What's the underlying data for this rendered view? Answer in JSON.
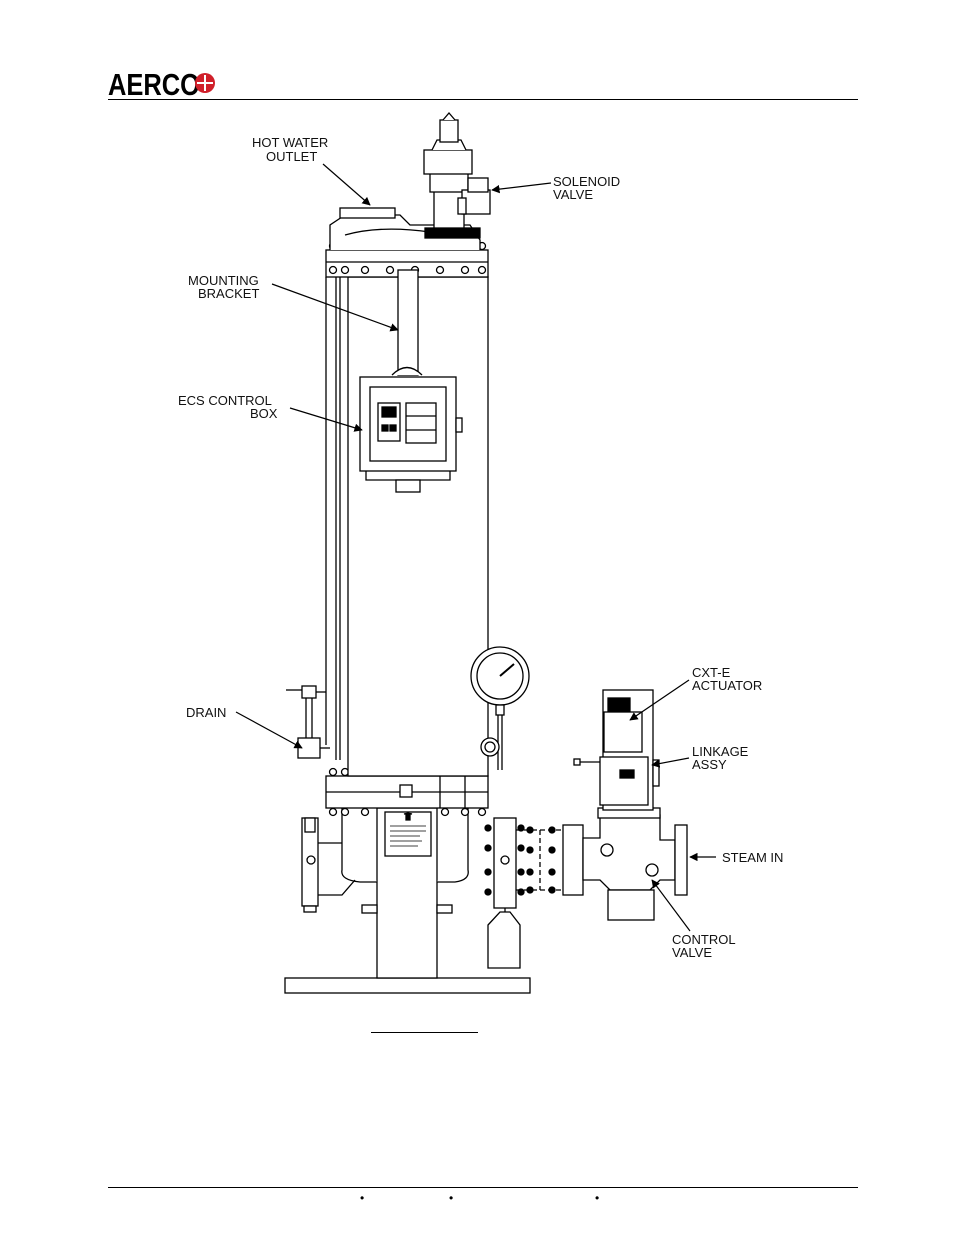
{
  "header": {
    "logo_text": "AERCO"
  },
  "labels": {
    "hot_water_outlet": [
      "HOT WATER",
      "OUTLET"
    ],
    "solenoid_valve": [
      "SOLENOID",
      "VALVE"
    ],
    "mounting_bracket": [
      "MOUNTING",
      "BRACKET"
    ],
    "ecs_control_box": [
      "ECS CONTROL",
      "BOX"
    ],
    "drain": [
      "DRAIN"
    ],
    "cxt_actuator": [
      "CXT-E",
      "ACTUATOR"
    ],
    "linkage_assy": [
      "LINKAGE",
      "ASSY"
    ],
    "steam_in": [
      "STEAM IN"
    ],
    "control_valve": [
      "CONTROL",
      "VALVE"
    ]
  },
  "footer": {
    "bullets": [
      "•",
      "•",
      "•"
    ]
  },
  "colors": {
    "line": "#000000",
    "logo_red": "#d0202a"
  }
}
